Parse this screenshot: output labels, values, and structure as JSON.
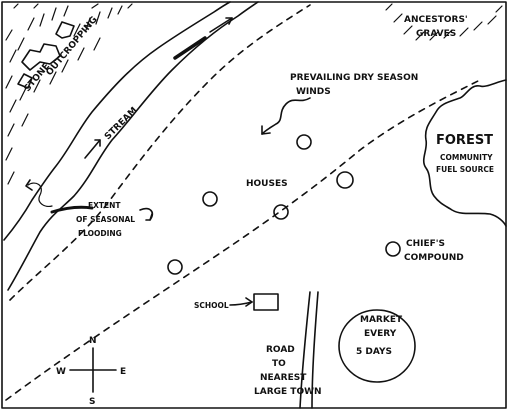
{
  "labels": {
    "ancestors_graves_1": "ANCESTORS'",
    "ancestors_graves_2": "GRAVES",
    "stone_outcropping_1": "STONE",
    "stone_outcropping_2": "OUTCROPPING",
    "stream": "STREAM",
    "winds_1": "PREVAILING DRY SEASON",
    "winds_2": "WINDS",
    "forest": "FOREST",
    "forest_note_1": "COMMUNITY",
    "forest_note_2": "FUEL SOURCE",
    "houses": "HOUSES",
    "flooding_1": "EXTENT",
    "flooding_2": "OF SEASONAL",
    "flooding_3": "FLOODING",
    "chiefs_1": "CHIEF'S",
    "chiefs_2": "COMPOUND",
    "school": "SCHOOL",
    "market_1": "MARKET",
    "market_2": "EVERY",
    "market_3": "5 DAYS",
    "road_1": "ROAD",
    "road_2": "TO",
    "road_3": "NEAREST",
    "road_4": "LARGE TOWN"
  },
  "compass": {
    "n": "N",
    "s": "S",
    "e": "E",
    "w": "W"
  }
}
